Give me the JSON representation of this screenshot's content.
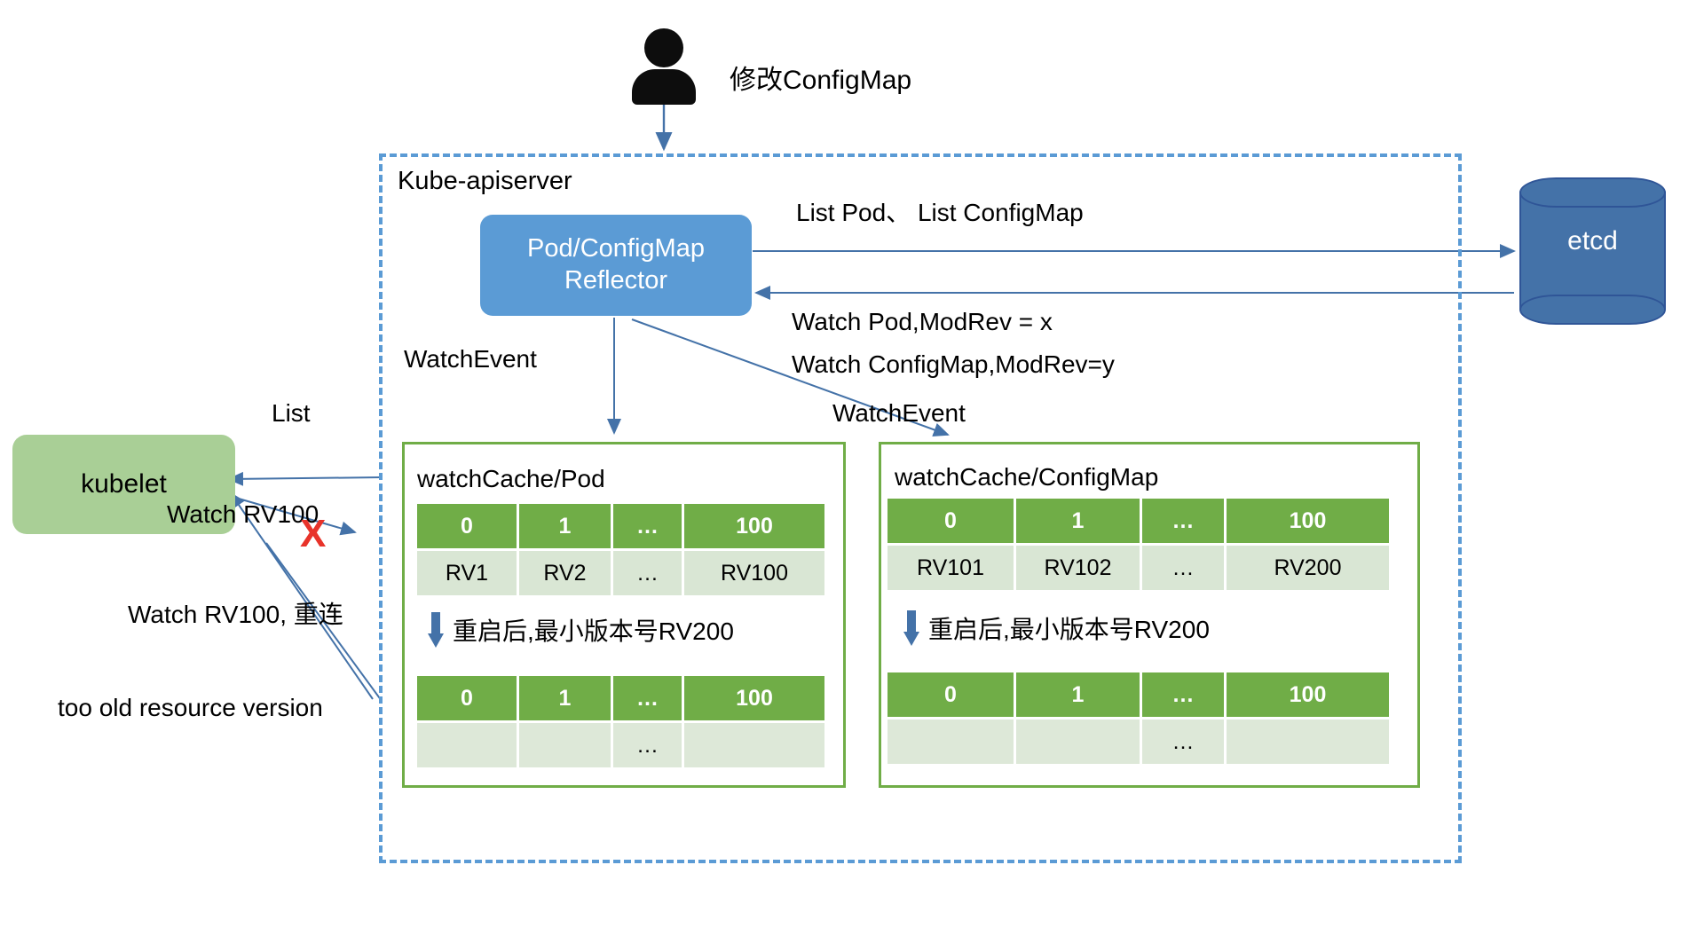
{
  "diagram": {
    "actor": {
      "icon": "person-icon",
      "label": "修改ConfigMap"
    },
    "apiserver": {
      "title": "Kube-apiserver"
    },
    "reflector": {
      "line1": "Pod/ConfigMap",
      "line2": "Reflector"
    },
    "etcd": {
      "label": "etcd"
    },
    "kubelet": {
      "label": "kubelet"
    },
    "labels": {
      "list_pod_configmap": "List Pod、 List ConfigMap",
      "watch_pod_modrev": "Watch Pod,ModRev = x",
      "watch_configmap_modrev": "Watch ConfigMap,ModRev=y",
      "watch_event_right": "WatchEvent",
      "watch_event_left": "WatchEvent",
      "list": "List",
      "watch_rv100": "Watch RV100",
      "watch_rv100_reconnect": "Watch RV100, 重连",
      "too_old_resource_version": "too old resource version",
      "x_mark": "X"
    },
    "caches": [
      {
        "name": "pod-cache",
        "title": "watchCache/Pod",
        "headers": [
          "0",
          "1",
          "…",
          "100"
        ],
        "values": [
          "RV1",
          "RV2",
          "…",
          "RV100"
        ],
        "restart_note": "重启后,最小版本号RV200",
        "after_headers": [
          "0",
          "1",
          "…",
          "100"
        ],
        "after_values": [
          "",
          "",
          "…",
          ""
        ]
      },
      {
        "name": "configmap-cache",
        "title": "watchCache/ConfigMap",
        "headers": [
          "0",
          "1",
          "…",
          "100"
        ],
        "values": [
          "RV101",
          "RV102",
          "…",
          "RV200"
        ],
        "restart_note": "重启后,最小版本号RV200",
        "after_headers": [
          "0",
          "1",
          "…",
          "100"
        ],
        "after_values": [
          "",
          "",
          "…",
          ""
        ]
      }
    ],
    "colors": {
      "apiserver_border": "#5b9bd5",
      "reflector_fill": "#5b9bd5",
      "etcd_fill": "#4472a8",
      "kubelet_fill": "#a9cf96",
      "cache_border": "#70ad47",
      "table_header": "#70ad47",
      "table_cell": "#d9e6d4",
      "arrow": "#4472a8",
      "x_mark": "#e8332a"
    }
  }
}
